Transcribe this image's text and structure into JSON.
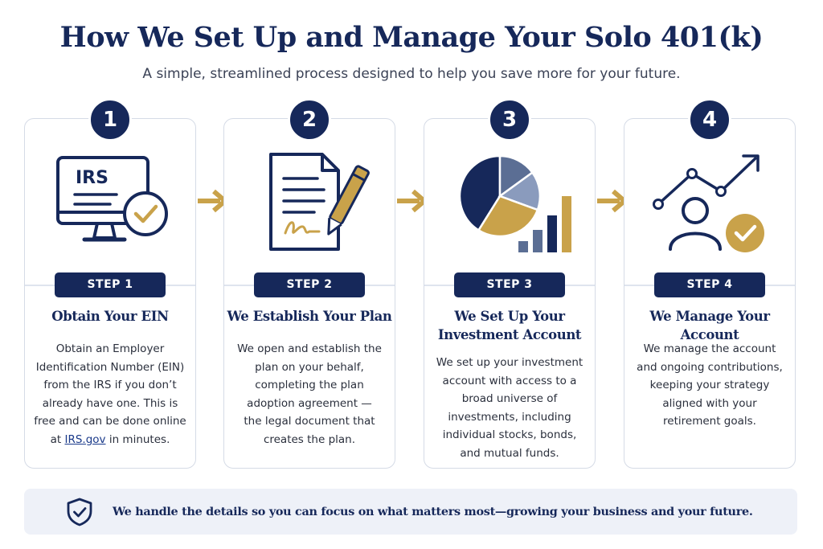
{
  "header": {
    "title": "How We Set Up and Manage Your Solo 401(k)",
    "subtitle": "A simple, streamlined process designed to help you save more for your future."
  },
  "steps": [
    {
      "number": "1",
      "step_label": "STEP 1",
      "title_lines": [
        "Obtain Your EIN"
      ],
      "body_lines": [
        "Obtain an Employer",
        "Identification Number (EIN)",
        "from the IRS if you don’t",
        "already have one. This is",
        "free and can be done online"
      ],
      "body_last_prefix": "at ",
      "body_link": "IRS.gov",
      "body_last_suffix": " in minutes.",
      "icon": "computer-check-icon",
      "icon_text": "IRS"
    },
    {
      "number": "2",
      "step_label": "STEP 2",
      "title_lines": [
        "We Establish Your Plan"
      ],
      "body_lines": [
        "We open and establish the",
        "plan on your behalf,",
        "completing the plan",
        "adoption agreement —",
        "the legal document that",
        "creates the plan."
      ],
      "icon": "document-pen-icon"
    },
    {
      "number": "3",
      "step_label": "STEP 3",
      "title_lines": [
        "We Set Up Your",
        "Investment Account"
      ],
      "body_lines": [
        "We set up your investment",
        "account with access to a",
        "broad universe of",
        "investments, including",
        "individual stocks, bonds,",
        "and mutual funds."
      ],
      "icon": "pie-bar-chart-icon"
    },
    {
      "number": "4",
      "step_label": "STEP 4",
      "title_lines": [
        "We Manage Your Account"
      ],
      "body_lines": [
        "We manage the account",
        "and ongoing contributions,",
        "keeping your strategy",
        "aligned with your",
        "retirement goals."
      ],
      "icon": "person-growth-icon"
    }
  ],
  "footer": {
    "text": "We handle the details so you can focus on what matters most—growing your business and your future.",
    "icon": "shield-check-icon"
  },
  "colors": {
    "navy": "#16285a",
    "gold": "#c9a24a",
    "slate": "#5b6e94",
    "light_slate": "#8a9bbd",
    "card_border": "#d5dbe6",
    "footer_bg": "#eef1f8"
  }
}
